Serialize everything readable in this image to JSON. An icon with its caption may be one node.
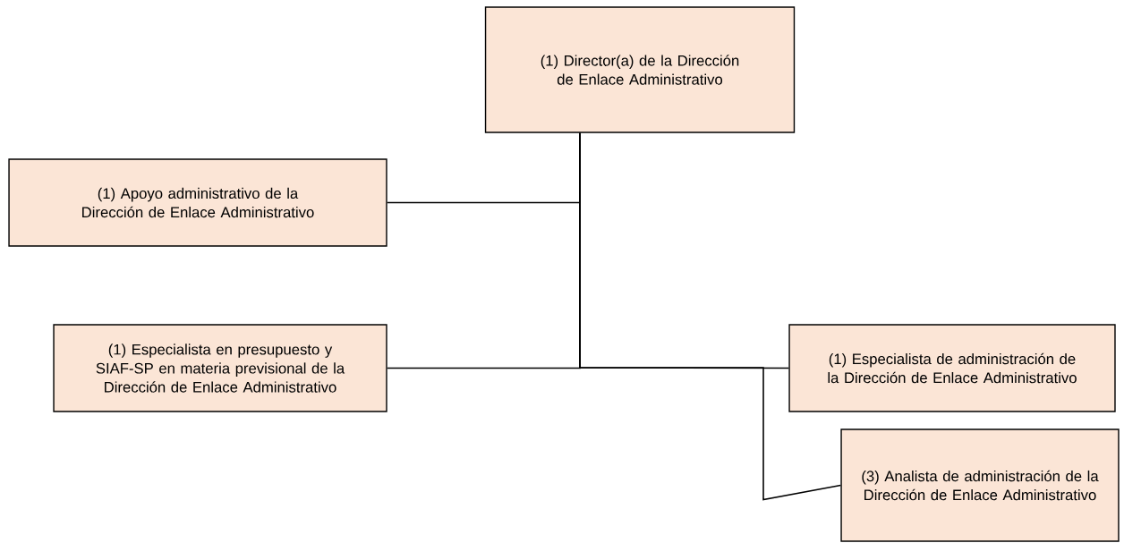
{
  "diagram": {
    "nodes": [
      {
        "text": [
          "(1) Director(a) de la Dirección de Enlace Administrativo"
        ]
      },
      {
        "text": [
          "(1) Apoyo administrativo de la Dirección de Enlace Administrativo"
        ]
      },
      {
        "text": [
          "(1) Especialista en presupuesto y SIAF-SP en materia previsional de la Dirección de Enlace Administrativo"
        ]
      },
      {
        "text": [
          "(1) Especialista de administración de la Dirección de Enlace Administrativo"
        ]
      },
      {
        "text": [
          "(3) Analista de administración de la Dirección de Enlace Administrativo"
        ]
      }
    ],
    "edges": [
      {
        "from": 0,
        "to": 1,
        "arrow": "none"
      },
      {
        "from": 0,
        "to": 2,
        "arrow": "none"
      },
      {
        "from": 0,
        "to": 3,
        "arrow": "none"
      },
      {
        "from": 0,
        "to": 4,
        "arrow": "none"
      }
    ]
  }
}
